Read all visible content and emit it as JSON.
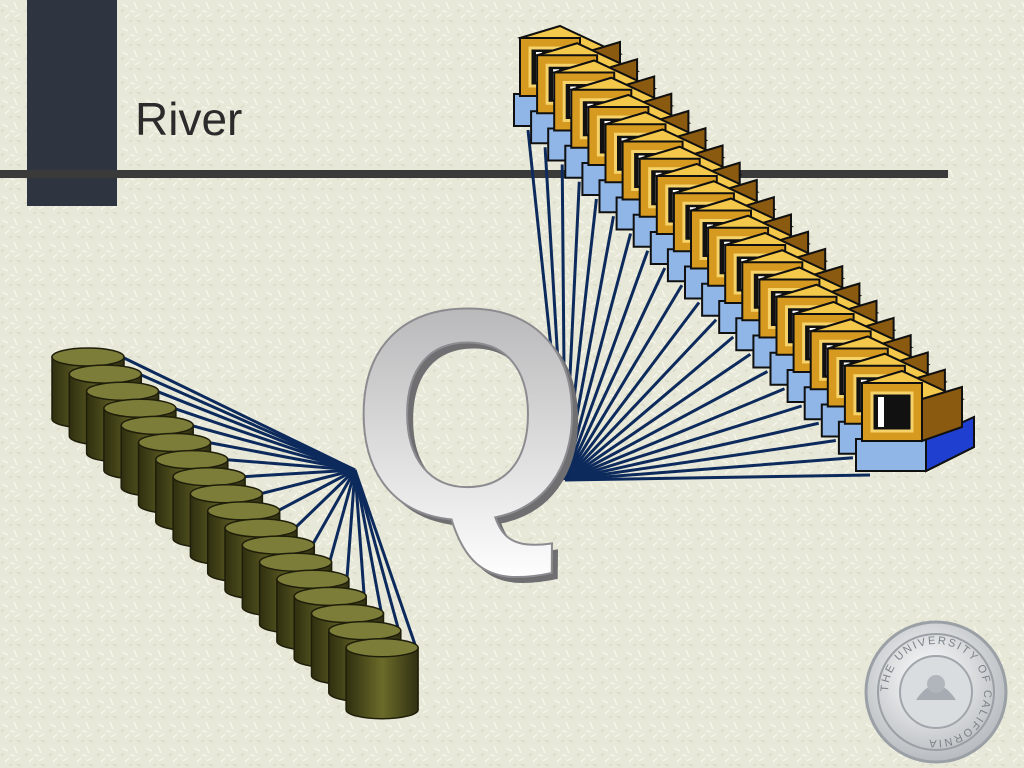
{
  "slide": {
    "title": "River",
    "center_glyph": "Q",
    "seal_text": "THE UNIVERSITY OF CALIFORNIA"
  },
  "colors": {
    "background": "#e8e8d8",
    "title_bar": "#2e3440",
    "title_rule": "#3a3a3a",
    "wire": "#0d2a5c",
    "disk": "#4a4a1c",
    "computer_case": "#d79a20",
    "computer_base": "#8fb6e6"
  },
  "icons": {
    "disk_array": "disk-icon",
    "computer_array": "computer-icon",
    "seal": "university-seal-icon"
  }
}
